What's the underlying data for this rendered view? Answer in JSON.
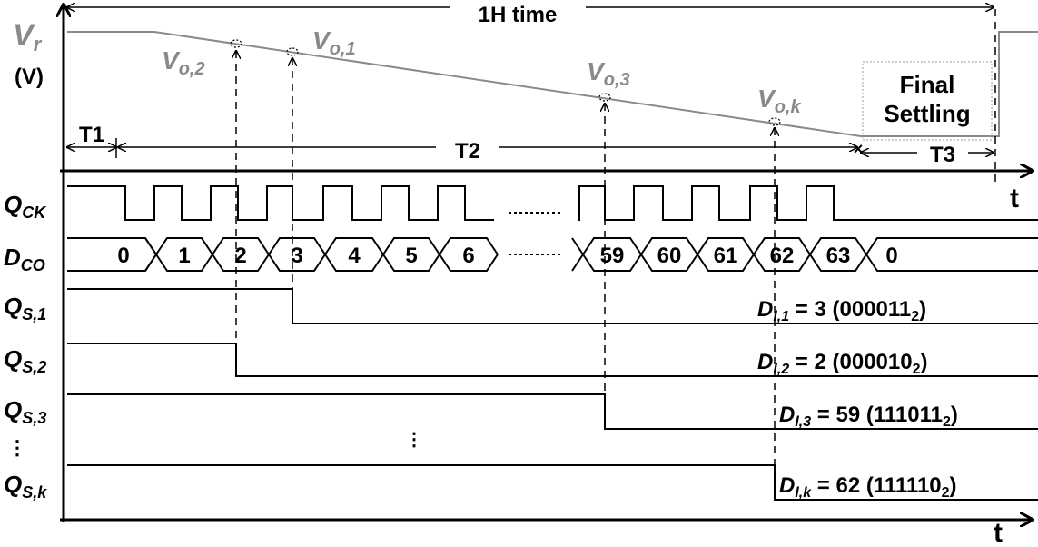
{
  "top": {
    "time_label": "1H time",
    "vr_label": "V",
    "vr_sub": "r",
    "unit_label": "(V)",
    "vo_labels": [
      {
        "main": "V",
        "sub": "o,2"
      },
      {
        "main": "V",
        "sub": "o,1"
      },
      {
        "main": "V",
        "sub": "o,3"
      },
      {
        "main": "V",
        "sub": "o,k"
      }
    ],
    "final_settling": [
      "Final",
      "Settling"
    ],
    "intervals": [
      "T1",
      "T2",
      "T3"
    ],
    "t_axis": "t"
  },
  "signals": {
    "qck": {
      "main": "Q",
      "sub": "CK"
    },
    "dco": {
      "main": "D",
      "sub": "CO"
    },
    "counts": [
      "0",
      "1",
      "2",
      "3",
      "4",
      "5",
      "6",
      "59",
      "60",
      "61",
      "62",
      "63",
      "0"
    ],
    "qs": [
      {
        "main": "Q",
        "sub": "S,1"
      },
      {
        "main": "Q",
        "sub": "S,2"
      },
      {
        "main": "Q",
        "sub": "S,3"
      },
      {
        "main": "Q",
        "sub": "S,k"
      }
    ],
    "dl": [
      {
        "main": "D",
        "sub": "l,1",
        "value": " = 3 (000011",
        "base": "2",
        "close": ")"
      },
      {
        "main": "D",
        "sub": "l,2",
        "value": " = 2 (000010",
        "base": "2",
        "close": ")"
      },
      {
        "main": "D",
        "sub": "l,3",
        "value": " = 59 (111011",
        "base": "2",
        "close": ")"
      },
      {
        "main": "D",
        "sub": "l,k",
        "value": " = 62 (111110",
        "base": "2",
        "close": ")"
      }
    ],
    "t_axis": "t",
    "ellipsis_vertical": "⋮"
  },
  "colors": {
    "ramp": "#8a8a8a",
    "ink": "#000000"
  }
}
